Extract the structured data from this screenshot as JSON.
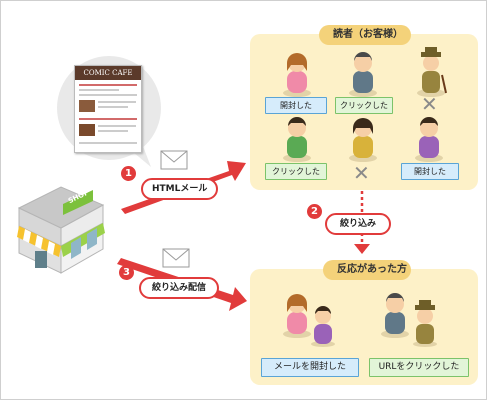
{
  "readers_panel": {
    "title": "読者（お客様）",
    "tags": {
      "p1": "開封した",
      "p2": "クリックした",
      "p4": "クリックした",
      "p6": "開封した"
    },
    "x_symbol": "✕"
  },
  "responders_panel": {
    "title": "反応があった方",
    "tags": {
      "left": "メールを開封した",
      "right": "URLをクリックした"
    }
  },
  "steps": [
    {
      "number": "1",
      "label": "HTMLメール"
    },
    {
      "number": "2",
      "label": "絞り込み"
    },
    {
      "number": "3",
      "label": "絞り込み配信"
    }
  ],
  "newsletter_header": "COMIC CAFE",
  "shop_sign": "SHOP",
  "colors": {
    "accent_red": "#e13b3b",
    "panel_bg": "#fdf1c8",
    "title_pill": "#f4d27a",
    "tag_blue": "#d6ecfb",
    "tag_green": "#e2f5d8"
  }
}
